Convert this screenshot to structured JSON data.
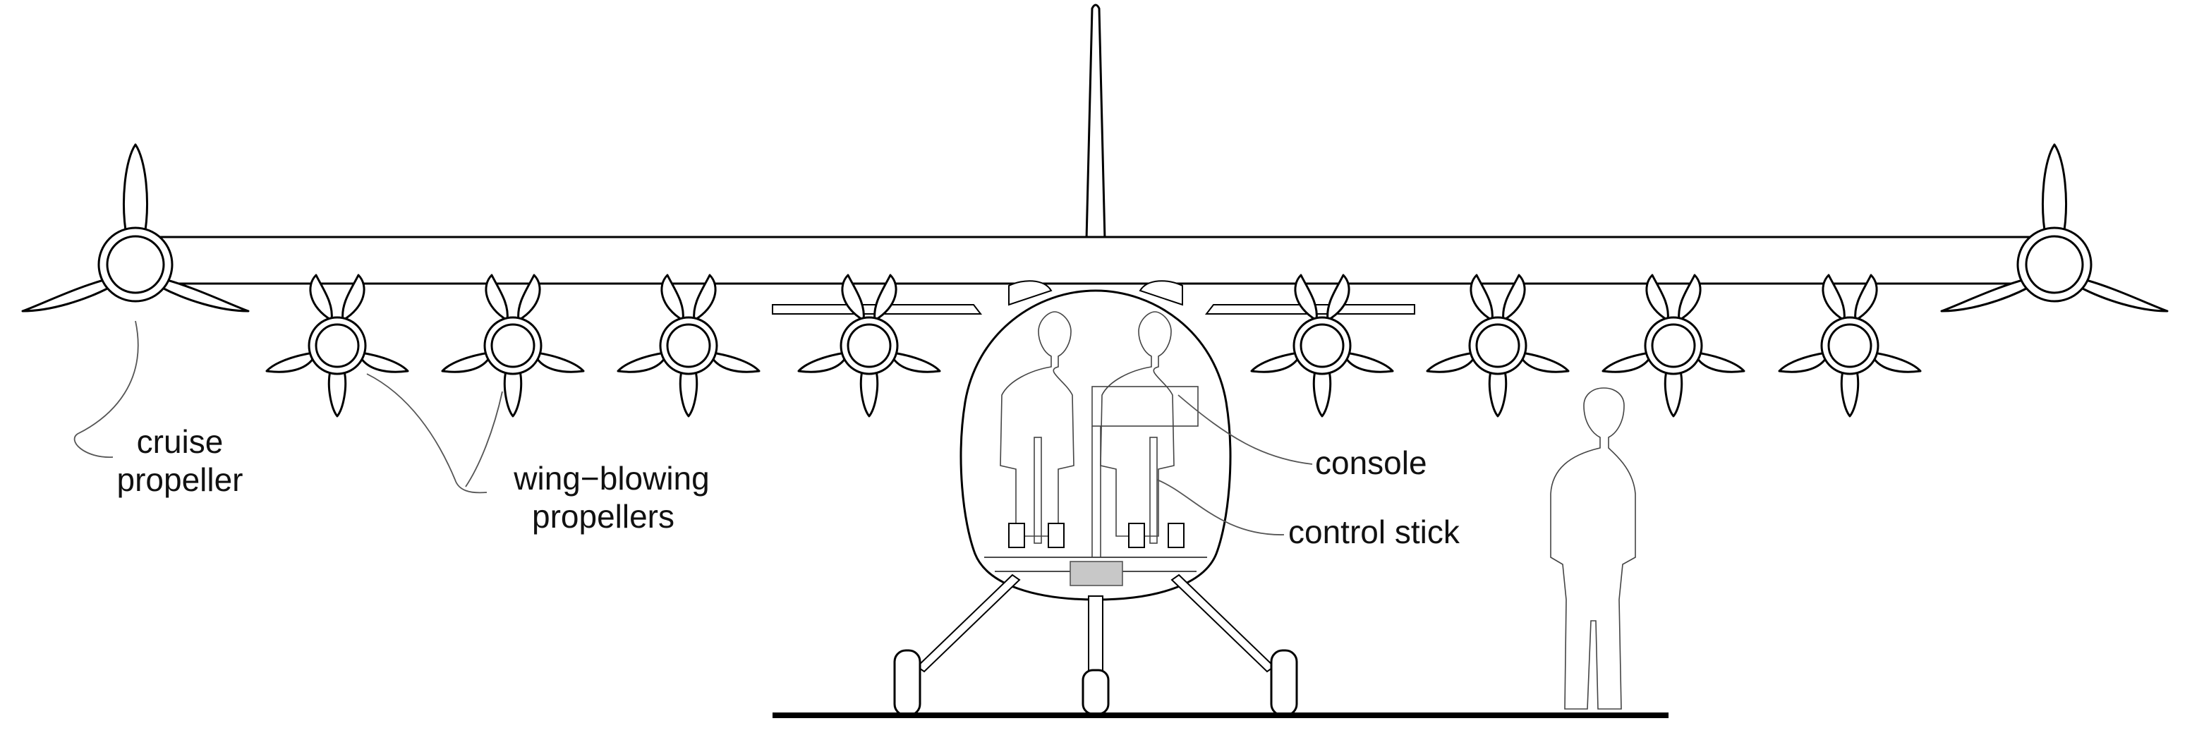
{
  "labels": {
    "cruise_propeller_line1": "cruise",
    "cruise_propeller_line2": "propeller",
    "wing_blowing_line1": "wing−blowing",
    "wing_blowing_line2": "propellers",
    "console": "console",
    "control_stick": "control stick"
  },
  "colors": {
    "stroke": "#000000",
    "background": "#ffffff",
    "battery_box": "#c8c8c8",
    "ground": "#000000"
  }
}
